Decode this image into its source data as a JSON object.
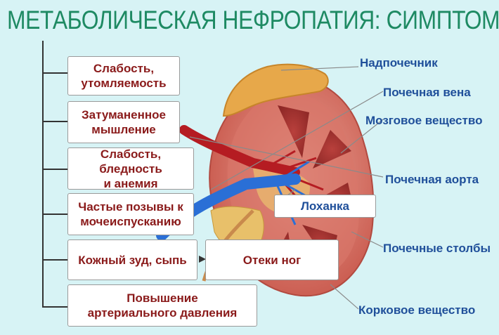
{
  "title": "МЕТАБОЛИЧЕСКАЯ НЕФРОПАТИЯ: СИМПТОМЫ",
  "symptoms": [
    "Слабость,\nутомляемость",
    "Затуманенное\nмышление",
    "Слабость, бледность\nи анемия",
    "Частые позывы к\nмочеиспусканию",
    "Кожный зуд, сыпь",
    "Повышение\nартериального давления"
  ],
  "extra_symptom": "Отеки ног",
  "anatomy": {
    "adrenal": "Надпочечник",
    "renal_vein": "Почечная вена",
    "medulla": "Мозговое вещество",
    "renal_aorta": "Почечная аорта",
    "pelvis": "Лоханка",
    "renal_columns": "Почечные столбы",
    "cortex": "Корковое вещество"
  },
  "colors": {
    "title": "#1e8a63",
    "symptom_text": "#8a1a1a",
    "anatomy_label": "#1f4f9a",
    "background": "#d7f3f5"
  }
}
